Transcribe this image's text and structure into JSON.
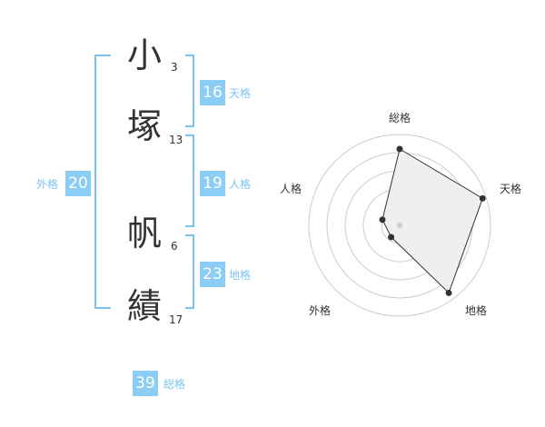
{
  "name_chars": [
    {
      "char": "小",
      "strokes": "3"
    },
    {
      "char": "塚",
      "strokes": "13"
    },
    {
      "char": "帆",
      "strokes": "6"
    },
    {
      "char": "績",
      "strokes": "17"
    }
  ],
  "fortune": {
    "tenkaku": {
      "value": "16",
      "label": "天格"
    },
    "jinkaku": {
      "value": "19",
      "label": "人格"
    },
    "chikaku": {
      "value": "23",
      "label": "地格"
    },
    "gaikaku": {
      "value": "20",
      "label": "外格"
    },
    "soukaku": {
      "value": "39",
      "label": "総格"
    }
  },
  "chart_data": {
    "type": "radar",
    "axes": [
      "総格",
      "天格",
      "地格",
      "外格",
      "人格"
    ],
    "values": [
      4.2,
      4.8,
      4.6,
      0.8,
      1.0
    ],
    "max": 5
  },
  "colors": {
    "accent": "#8ccdf5",
    "bracket": "#7cc3f1",
    "text": "#333333",
    "radar_fill": "#efefef"
  }
}
